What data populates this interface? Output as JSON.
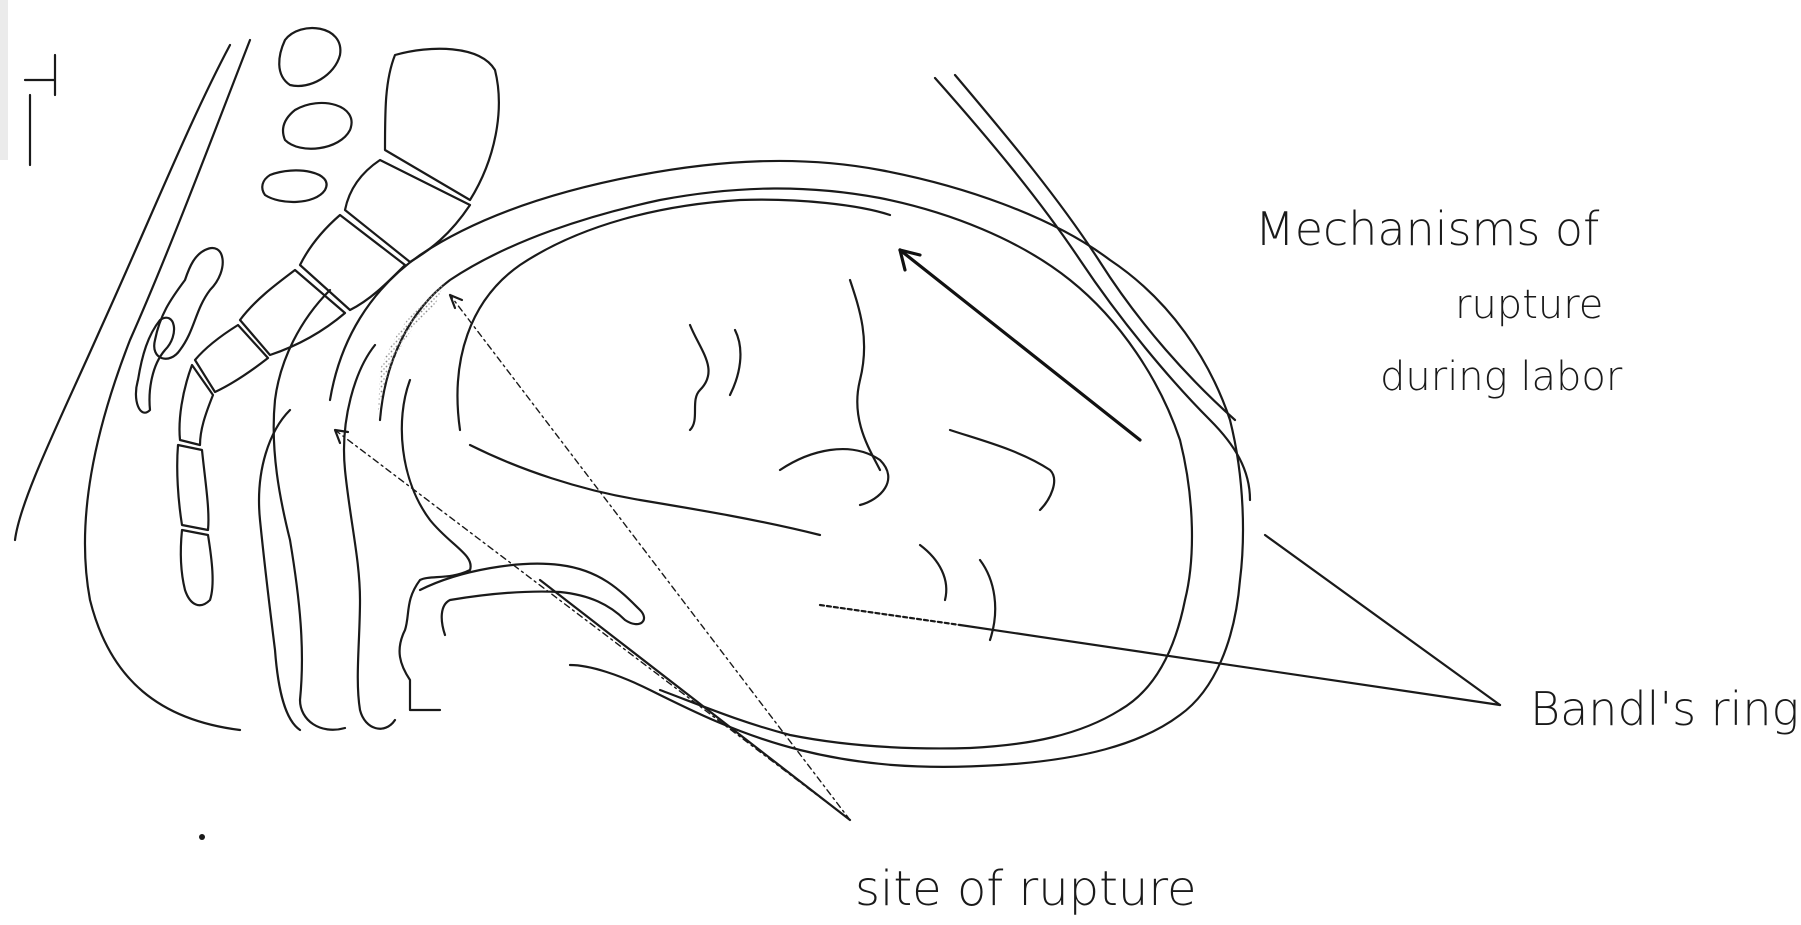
{
  "diagram": {
    "title_line1": "Mechanisms of",
    "title_line2": "rupture",
    "title_line3": "during labor",
    "label_bandls_ring": "Bandl's ring",
    "label_site_of_rupture": "site of rupture"
  },
  "colors": {
    "ink": "#1a1a1a",
    "paper": "#ffffff",
    "hatch": "#9a9a9a"
  }
}
